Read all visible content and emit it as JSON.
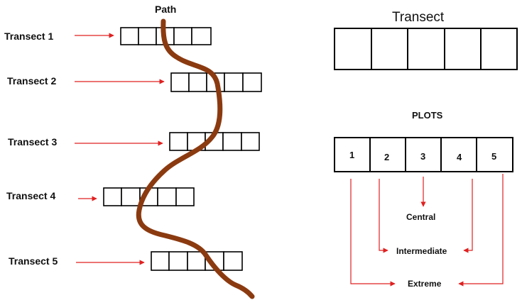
{
  "path_label": "Path",
  "transects": [
    {
      "label": "Transect 1"
    },
    {
      "label": "Transect 2"
    },
    {
      "label": "Transect 3"
    },
    {
      "label": "Transect 4"
    },
    {
      "label": "Transect 5"
    }
  ],
  "detail": {
    "transect_title": "Transect",
    "plots_title": "PLOTS",
    "plot_numbers": [
      "1",
      "2",
      "3",
      "4",
      "5"
    ],
    "categories": {
      "central": "Central",
      "intermediate": "Intermediate",
      "extreme": "Extreme"
    }
  },
  "colors": {
    "path": "#8b3a10",
    "arrow": "#e02020"
  }
}
